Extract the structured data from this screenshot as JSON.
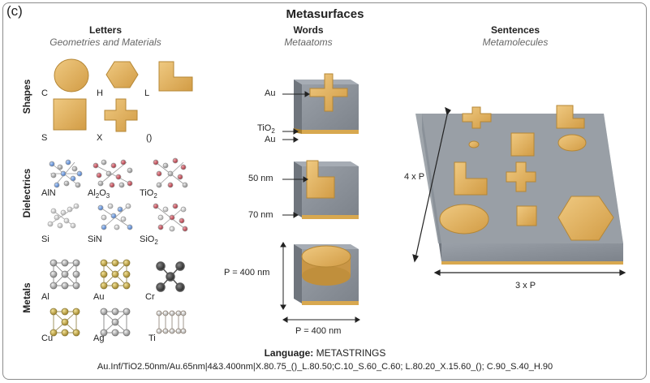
{
  "panel": {
    "label": "(c)",
    "title": "Metasurfaces"
  },
  "columns": {
    "letters": {
      "title": "Letters",
      "subtitle": "Geometries and Materials"
    },
    "words": {
      "title": "Words",
      "subtitle": "Metaatoms"
    },
    "sentences": {
      "title": "Sentences",
      "subtitle": "Metamolecules"
    }
  },
  "rows": {
    "shapes": "Shapes",
    "dielectrics": "Dielectrics",
    "metals": "Metals"
  },
  "shapes": {
    "circle": "C",
    "hexagon": "H",
    "lshape": "L",
    "square": "S",
    "cross": "X",
    "empty": "()"
  },
  "dielectrics": {
    "aln": "AlN",
    "al2o3": {
      "base": "Al",
      "sub1": "2",
      "mid": "O",
      "sub2": "3"
    },
    "tio2": {
      "base": "TiO",
      "sub": "2"
    },
    "si": "Si",
    "sin": "SiN",
    "sio2": {
      "base": "SiO",
      "sub": "2"
    }
  },
  "metals": {
    "al": "Al",
    "au": "Au",
    "cr": "Cr",
    "cu": "Cu",
    "ag": "Ag",
    "ti": "Ti"
  },
  "words_labels": {
    "au_top": "Au",
    "tio2": {
      "base": "TiO",
      "sub": "2"
    },
    "au_bottom": "Au",
    "nm50": "50 nm",
    "nm70": "70 nm",
    "p_vertical": "P = 400 nm",
    "p_horizontal": "P = 400 nm"
  },
  "sentences_labels": {
    "vertical": "4 x P",
    "horizontal": "3 x P"
  },
  "language": {
    "label": "Language:",
    "name": "METASTRINGS",
    "code": "Au.Inf/TiO2.50nm/Au.65nm|4&3.400nm|X.80.75_()_L.80.50;C.10_S.60_C.60; L.80.20_X.15.60_(); C.90_S.40_H.90"
  },
  "colors": {
    "gold": "#e3b563",
    "gold_dark": "#c08f3c",
    "slab": "#8e949c",
    "al_atom": "#9aa0a6",
    "n_atom": "#5b8fd6",
    "o_atom": "#c4444f",
    "si_atom": "#d7d7d7",
    "cu_atom": "#b79a35",
    "cr_atom": "#444444"
  }
}
